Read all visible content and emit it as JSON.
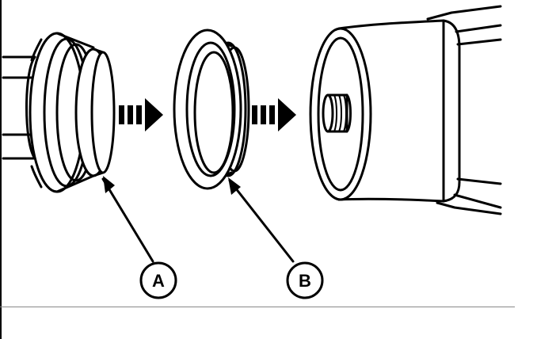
{
  "callouts": [
    {
      "id": "A",
      "label": "A"
    },
    {
      "id": "B",
      "label": "B"
    }
  ],
  "colors": {
    "ink": "#000000",
    "paper": "#ffffff",
    "rule": "#888888"
  }
}
